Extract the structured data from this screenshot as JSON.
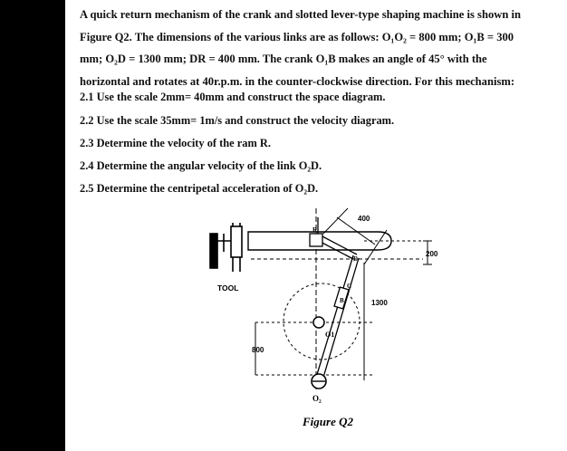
{
  "question": {
    "line1": "A quick return mechanism of the crank and slotted lever-type shaping machine is shown in",
    "line2": "Figure Q2. The dimensions of the various links are as follows: O₁O₂ = 800 mm; O₁B = 300",
    "line3": "mm; O₂D = 1300 mm; DR = 400 mm. The crank O₁B makes an angle of 45° with the",
    "line4": "horizontal and rotates at 40r.p.m. in the counter-clockwise direction. For this mechanism:"
  },
  "items": [
    "2.1 Use the scale 2mm= 40mm and construct the space diagram.",
    "2.2 Use the scale 35mm= 1m/s and construct the velocity diagram.",
    "2.3 Determine the velocity of the ram R.",
    "2.4 Determine the angular velocity of the link O₂D.",
    "2.5 Determine the centripetal acceleration of O₂D."
  ],
  "figure": {
    "dim_400": "400",
    "dim_200": "200",
    "dim_1300": "1300",
    "dim_800": "800",
    "tool_label": "TOOL",
    "label_R": "R",
    "label_D": "D",
    "label_C": "C",
    "label_B": "B",
    "label_O1": "O1",
    "label_O2": "O₂",
    "caption": "Figure Q2"
  }
}
